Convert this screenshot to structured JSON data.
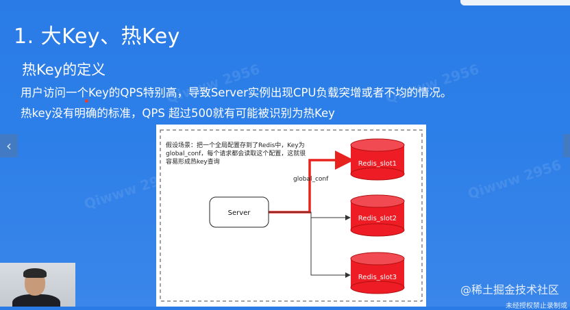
{
  "slide": {
    "title": "1. 大Key、热Key",
    "subtitle": "热Key的定义",
    "line1": "用户访问一个Key的QPS特别高，导致Server实例出现CPU负载突增或者不均的情况。",
    "line2": "热key没有明确的标准，QPS 超过500就有可能被识别为热Key"
  },
  "diagram": {
    "note_lines": [
      "假设场景：把一个全局配置存到了Redis中，Key为",
      "global_conf，每个请求都会读取这个配置，这就很",
      "容易形成热key查询"
    ],
    "server_label": "Server",
    "edge_label": "global_conf",
    "slots": [
      "Redis_slot1",
      "Redis_slot2",
      "Redis_slot3"
    ],
    "colors": {
      "hot": "#e8231f",
      "cylinder": "#ee1c25",
      "line": "#333333"
    }
  },
  "watermark": {
    "site": "@稀土掘金技术社区",
    "bottom": "未经授权禁止录制或",
    "faint": "Qiwww 2956"
  },
  "nav": {
    "left_icon": "chevron-left-icon"
  }
}
